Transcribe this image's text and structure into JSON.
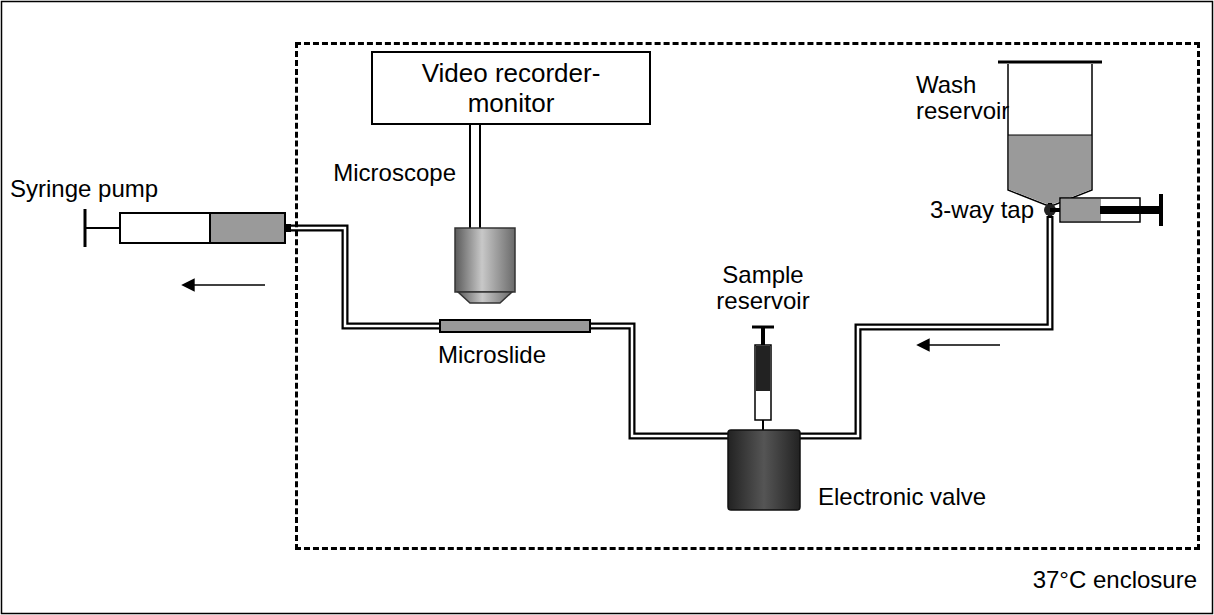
{
  "diagram": {
    "nodes": [
      {
        "text": [
          "37°C enclosure"
        ]
      },
      {
        "text": [
          "Video recorder- monitor"
        ],
        "in": 0
      }
    ],
    "labels": [
      "Syringe pump",
      "Microscope",
      "Microslide",
      "Sample reservoir",
      "Electronic valve",
      "Wash reservoir",
      "3-way tap"
    ]
  }
}
